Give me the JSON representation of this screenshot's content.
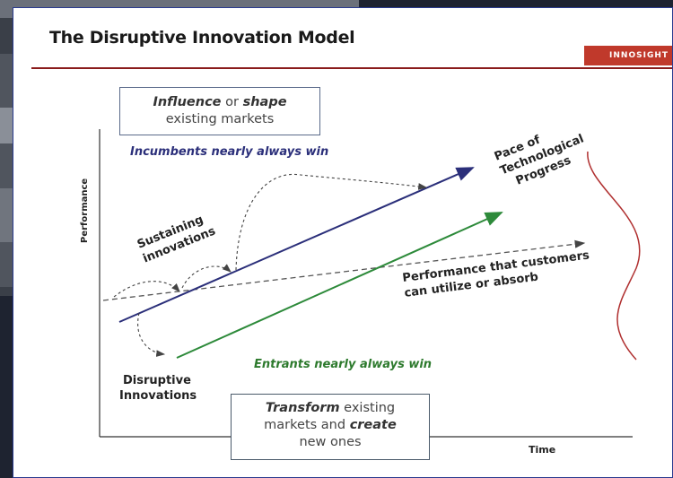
{
  "slide": {
    "title": "The Disruptive Innovation Model",
    "logo_text": "INNOSIGHT",
    "box_top": {
      "line1_bold": "Influence",
      "line1_mid": " or ",
      "line1_bold2": "shape",
      "line2": "existing markets"
    },
    "box_bottom": {
      "line1_bold": "Transform",
      "line1_rest": " existing",
      "line2_pre": "markets and ",
      "line2_bold": "create",
      "line3": "new ones"
    },
    "incumbents_label": "Incumbents nearly always win",
    "entrants_label": "Entrants nearly always win",
    "sustaining_label_1": "Sustaining",
    "sustaining_label_2": "innovations",
    "disruptive_label_1": "Disruptive",
    "disruptive_label_2": "Innovations",
    "pace_label_1": "Pace of",
    "pace_label_2": "Technological",
    "pace_label_3": "Progress",
    "customers_label_1": "Performance that customers",
    "customers_label_2": "can utilize or absorb",
    "y_axis_label": "Performance",
    "x_axis_label": "Time"
  },
  "colors": {
    "incumbent_line": "#2b2f7a",
    "entrant_line": "#2d8a3a",
    "customer_dashed": "#555555",
    "distribution_curve": "#b03030",
    "title_rule": "#8a1b1b",
    "logo_bg": "#c0392b"
  }
}
